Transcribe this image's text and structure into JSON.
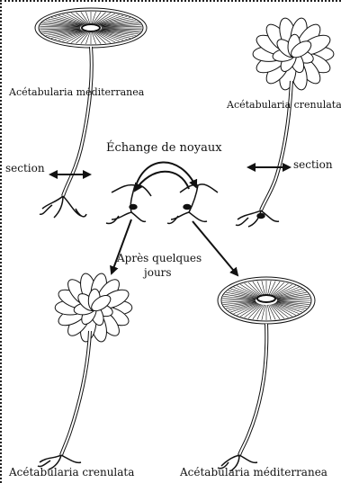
{
  "labels": {
    "med_top": "Acétabularia méditerranea",
    "cren_top": "Acétabularia crenulata",
    "section_left": "section",
    "section_right": "section",
    "exchange": "Échange de noyaux",
    "after_line1": "Après quelques",
    "after_line2": "jours",
    "cren_bottom": "Acétabularia crenulata",
    "med_bottom": "Acétabularia méditerranea"
  },
  "colors": {
    "ink": "#111111",
    "paper": "#ffffff"
  }
}
